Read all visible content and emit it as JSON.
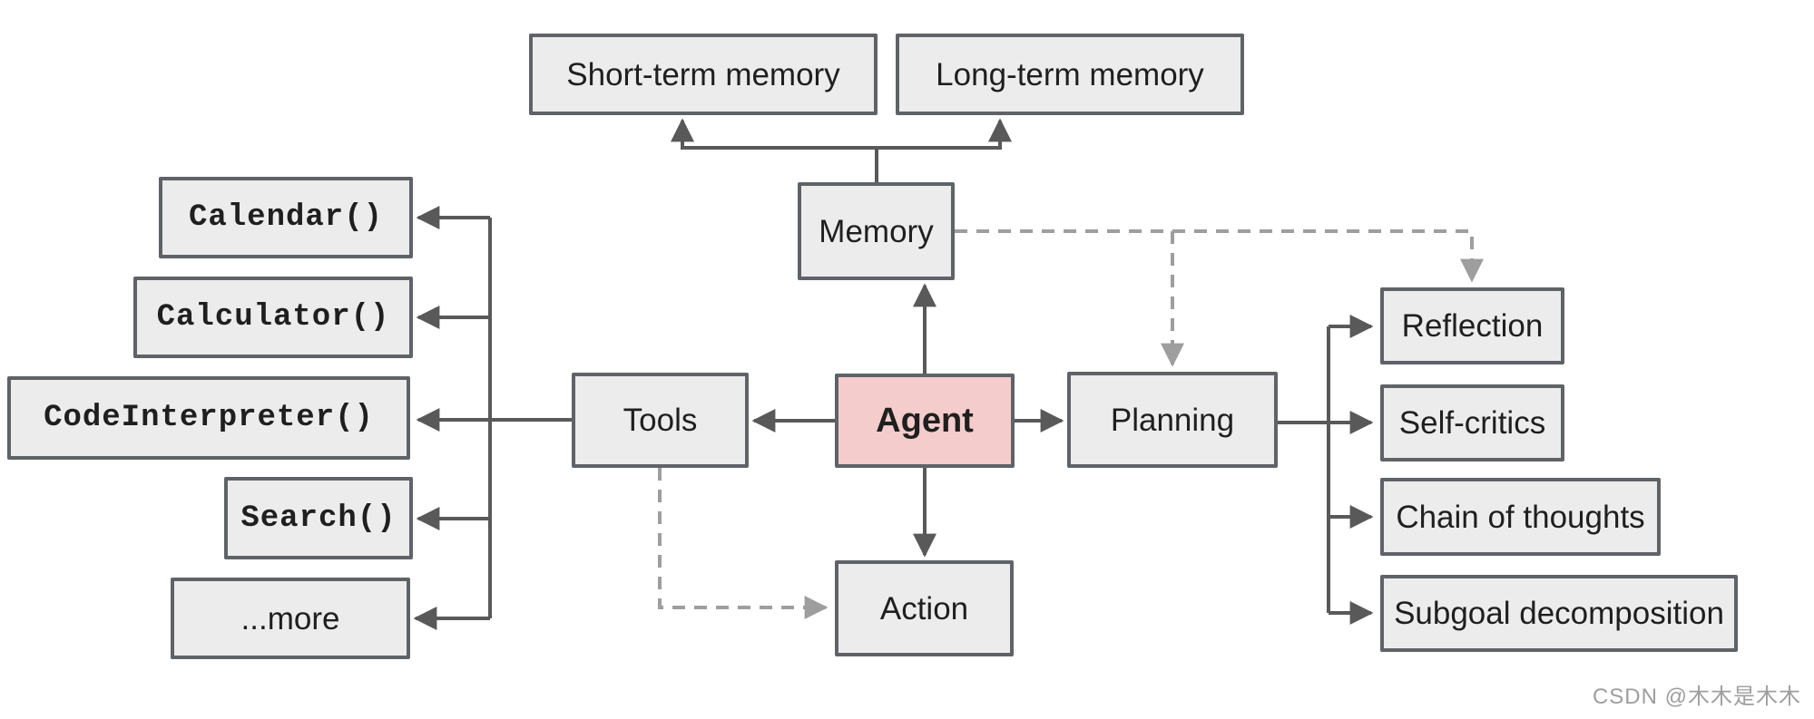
{
  "nodes": {
    "short_term": "Short-term memory",
    "long_term": "Long-term memory",
    "memory": "Memory",
    "agent": "Agent",
    "tools": "Tools",
    "planning": "Planning",
    "action": "Action",
    "calendar": "Calendar()",
    "calculator": "Calculator()",
    "code_interpreter": "CodeInterpreter()",
    "search": "Search()",
    "more": "...more",
    "reflection": "Reflection",
    "self_critics": "Self-critics",
    "chain_of_thoughts": "Chain of thoughts",
    "subgoal_decomposition": "Subgoal decomposition"
  },
  "colors": {
    "node_fill": "#ececec",
    "node_border": "#5f6368",
    "agent_fill": "#f4cccc",
    "solid_line": "#595959",
    "dashed_line": "#9e9e9e",
    "text": "#1f1f1f",
    "watermark": "#9e9e9e",
    "background": "#ffffff"
  },
  "watermark": {
    "text": "CSDN @木木是木木"
  }
}
